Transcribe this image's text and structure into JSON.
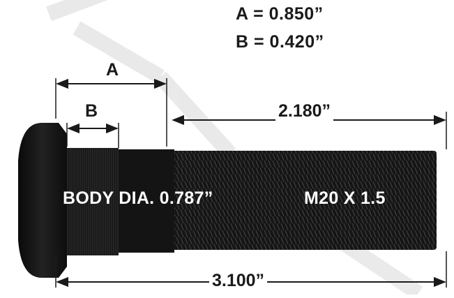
{
  "specs": {
    "a": "A = 0.850”",
    "b": "B = 0.420”"
  },
  "dimensions": {
    "a_label": "A",
    "b_label": "B",
    "thread_length": "2.180”",
    "overall_length": "3.100”"
  },
  "stud": {
    "body_diameter": "BODY DIA. 0.787”",
    "thread_spec": "M20 X 1.5"
  },
  "colors": {
    "stud": "#111111",
    "dimension": "#1a1a1a",
    "watermark": "#e6e6e6"
  }
}
